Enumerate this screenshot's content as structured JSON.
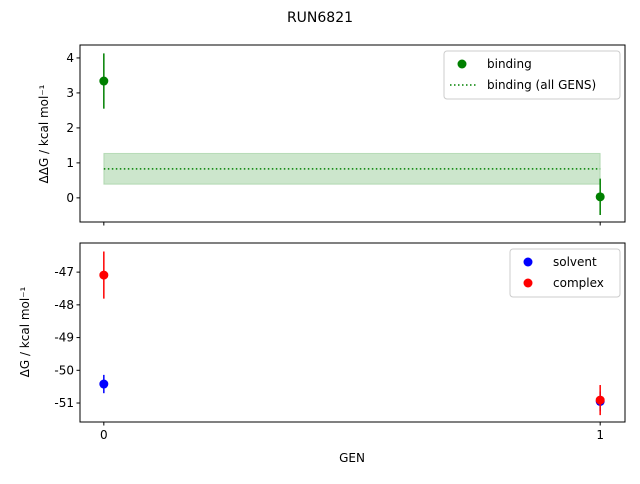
{
  "chart_data": [
    {
      "type": "scatter",
      "title": "RUN6821",
      "ylabel": "ΔΔG / kcal mol⁻¹",
      "xlim": [
        -0.048,
        1.05
      ],
      "ylim": [
        -0.69,
        4.37
      ],
      "yticks": [
        0,
        1,
        2,
        3,
        4
      ],
      "legend": "top-right",
      "series": [
        {
          "name": "binding",
          "color": "#008000",
          "x": [
            0,
            1
          ],
          "y": [
            3.34,
            0.03
          ],
          "yerr": [
            0.79,
            0.52
          ]
        }
      ],
      "band": {
        "name": "binding (all GENS)",
        "color": "#008000",
        "y": 0.83,
        "yerr": 0.44,
        "x": [
          0,
          1
        ]
      }
    },
    {
      "type": "scatter",
      "xlabel": "GEN",
      "ylabel": "ΔG / kcal mol⁻¹",
      "xlim": [
        -0.048,
        1.05
      ],
      "ylim": [
        -51.58,
        -46.11
      ],
      "yticks": [
        -47,
        -48,
        -49,
        -50,
        -51
      ],
      "xticks": [
        0,
        1
      ],
      "legend": "top-right",
      "series": [
        {
          "name": "solvent",
          "color": "#0000ff",
          "x": [
            0,
            1
          ],
          "y": [
            -50.42,
            -50.95
          ],
          "yerr": [
            0.28,
            0.3
          ]
        },
        {
          "name": "complex",
          "color": "#ff0000",
          "x": [
            0,
            1
          ],
          "y": [
            -47.09,
            -50.91
          ],
          "yerr": [
            0.72,
            0.46
          ]
        }
      ]
    }
  ]
}
